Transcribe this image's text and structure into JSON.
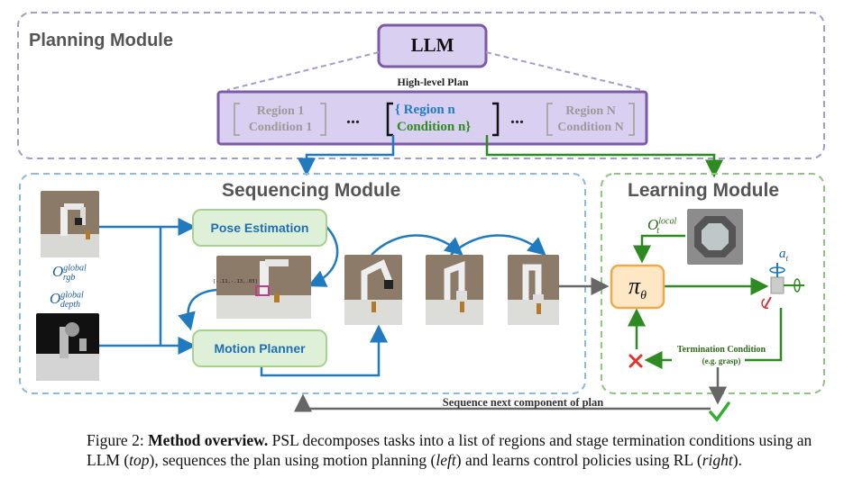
{
  "planning": {
    "title": "Planning Module",
    "llm": "LLM",
    "plan_label": "High-level Plan",
    "region1": "Region 1",
    "condition1": "Condition 1",
    "ellipsis": "...",
    "regionn": "{ Region n",
    "conditionn": "Condition n}",
    "regionN": "Region N",
    "conditionN": "Condition N"
  },
  "sequencing": {
    "title": "Sequencing Module",
    "pose": "Pose Estimation",
    "motion": "Motion Planner",
    "rgb_label_main": "O",
    "rgb_sup": "global",
    "rgb_sub": "rgb",
    "depth_label_main": "O",
    "depth_sup": "global",
    "depth_sub": "depth",
    "coord_readout": "[-.11,-.13,.03]",
    "next_component": "Sequence next component of plan"
  },
  "learning": {
    "title": "Learning Module",
    "obs_main": "O",
    "obs_sup": "local",
    "obs_sub": "t",
    "policy": "π",
    "policy_sub": "θ",
    "action_main": "a",
    "action_sub": "t",
    "termination": "Termination Condition",
    "termination_example": "(e.g. grasp)"
  },
  "caption": {
    "prefix": "Figure 2: ",
    "bold": "Method overview.",
    "t1": " PSL decomposes tasks into a list of regions and stage termination conditions using an LLM (",
    "i1": "top",
    "t2": "), sequences the plan using motion planning (",
    "i2": "left",
    "t3": ") and learns control policies using RL (",
    "i3": "right",
    "t4": ")."
  },
  "colors": {
    "purple_border": "#7c5aa6",
    "purple_fill": "#d9cff0",
    "blue": "#1f7ac0",
    "green": "#2e8b22",
    "gray": "#666666"
  }
}
